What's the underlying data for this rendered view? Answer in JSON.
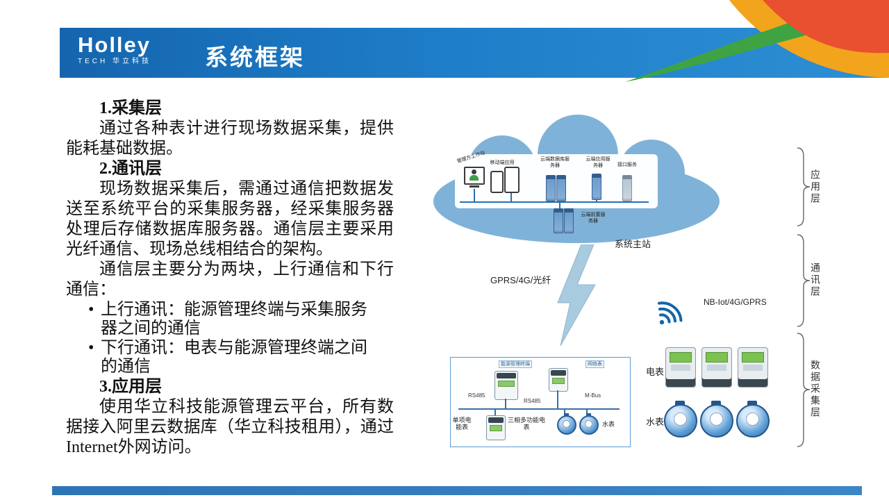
{
  "header": {
    "logo_brand": "Holley",
    "logo_sub": "TECH 华立科技",
    "title": "系统框架"
  },
  "left": {
    "h1": "1.采集层",
    "p1": "通过各种表计进行现场数据采集，提供能耗基础数据。",
    "h2": "2.通讯层",
    "p2": "现场数据采集后，需通过通信把数据发送至系统平台的采集服务器，经采集服务器处理后存储数据库服务器。通信层主要采用光纤通信、现场总线相结合的架构。",
    "p3": "通信层主要分为两块，上行通信和下行通信：",
    "b1": "上行通讯：能源管理终端与采集服务器之间的通信",
    "b2": "下行通讯：电表与能源管理终端之间的通信",
    "h3": "3.应用层",
    "p4": "使用华立科技能源管理云平台，所有数据接入阿里云数据库（华立科技租用），通过Internet外网访问。"
  },
  "diagram": {
    "cloud": {
      "workstation": "管理方工作站",
      "mobile": "移动端应用",
      "db_server": "云端数据库服务器",
      "app_server": "云端应用服务器",
      "interface": "接口服务",
      "front_server": "云端前置服务器",
      "station": "系统主站"
    },
    "link": {
      "lightning": "GPRS/4G/光纤",
      "wireless": "NB-Iot/4G/GPRS"
    },
    "terminal": {
      "gateway": "能源管理终端",
      "network_meter": "网络表",
      "rs485_1": "RS485",
      "rs485_2": "RS485",
      "mbus": "M-Bus",
      "single_phase": "单项电能表",
      "three_phase": "三相多功能电表",
      "water": "水表"
    },
    "meters": {
      "electric": "电表",
      "water": "水表"
    },
    "layers": [
      "应用层",
      "通讯层",
      "数据采集层"
    ]
  },
  "colors": {
    "banner_blue": "#1E7DC8",
    "bottom_bar": "#2E74B5",
    "cloud": "#7FB2D8",
    "accent_green": "#3FA344",
    "accent_yellow": "#F2A51C",
    "accent_red": "#E8502F"
  }
}
